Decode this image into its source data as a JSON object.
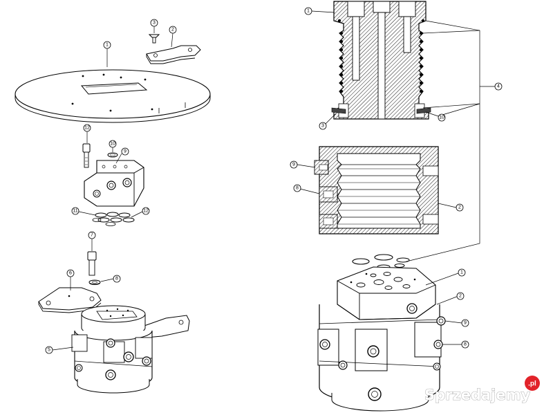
{
  "left_view": {
    "plate_callout": "1",
    "bracket_callout": "2",
    "screw_callout": "3",
    "bolt_callout": "12",
    "washer_callout": "10",
    "block_callout": "9",
    "seal_set_left_callout": "11",
    "seal_set_right_callout": "12",
    "long_bolt_callout": "7",
    "bolt_washer_callout": "8",
    "arm_callout": "6",
    "base_unit_callout": "5"
  },
  "right_view": {
    "section_top_callout": "1",
    "seals_callout": "4",
    "gasket_left_callout": "3",
    "gasket_right_callout": "10",
    "port_top_callout": "9",
    "port_bottom_callout": "8",
    "housing_callout": "2",
    "assembly_top_callout": "1",
    "assembly_housing_callout": "2",
    "assembly_port_top_callout": "9",
    "assembly_port_bottom_callout": "8"
  },
  "watermark": {
    "text": "Sprzedajemy",
    "badge": ".pl",
    "badge_color": "#e2232a"
  },
  "colors": {
    "line": "#000000",
    "fill": "#ffffff",
    "hatch": "#000000",
    "wm_gray": "#9a9a9a"
  }
}
